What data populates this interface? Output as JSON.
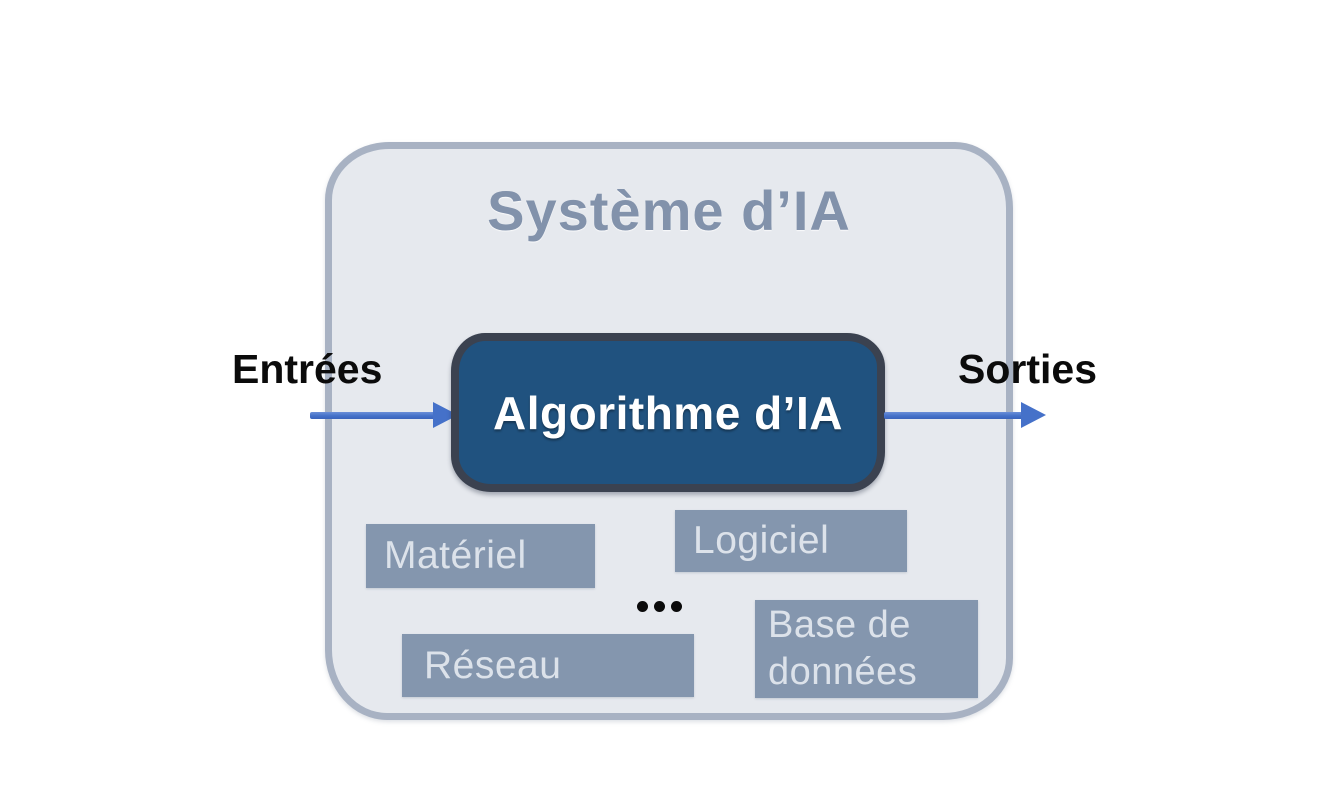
{
  "diagram": {
    "system": {
      "title": "Système d’IA",
      "fill_color": "#e6e9ee",
      "border_color": "#a8b2c3",
      "title_color": "#8292ab"
    },
    "algorithm_box": {
      "label": "Algorithme d’IA",
      "fill_color": "#20527f",
      "border_color": "#3b4250",
      "text_color": "#ffffff"
    },
    "input_label": "Entrées",
    "output_label": "Sorties",
    "arrow_color": "#4571c9",
    "components": [
      {
        "label": "Matériel"
      },
      {
        "label": "Logiciel"
      },
      {
        "label": "Réseau"
      },
      {
        "label": "Base de données"
      }
    ],
    "ellipsis_text": "...",
    "component_fill_color": "#8496ae",
    "component_text_color": "#dce2ea"
  }
}
